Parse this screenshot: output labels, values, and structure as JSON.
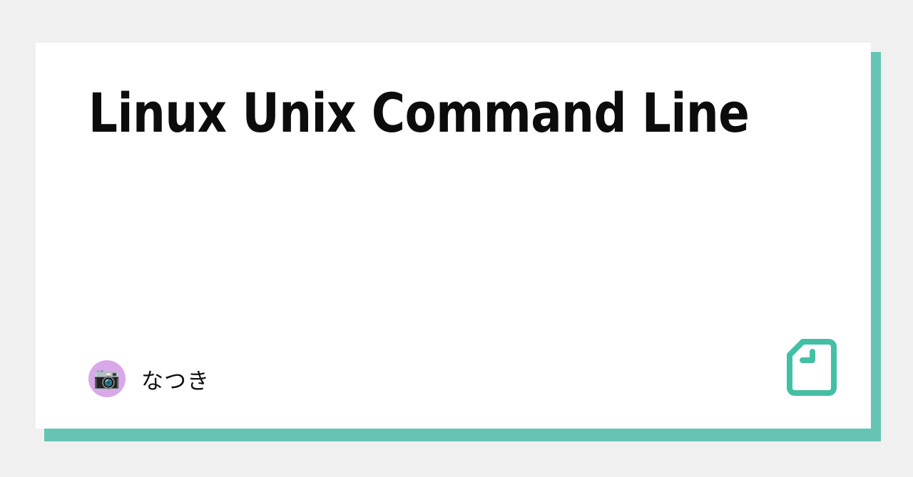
{
  "card": {
    "background_color": "#ffffff",
    "accent_color": "#66c4b4",
    "page_background_color": "#f0f0f0"
  },
  "article": {
    "title": "Linux Unix Command Line"
  },
  "author": {
    "name": "なつき",
    "avatar_emoji": "📷",
    "avatar_background_color": "#d9a8e8"
  },
  "branding": {
    "logo_name": "qiita-logo",
    "logo_color": "#43bfa5"
  }
}
